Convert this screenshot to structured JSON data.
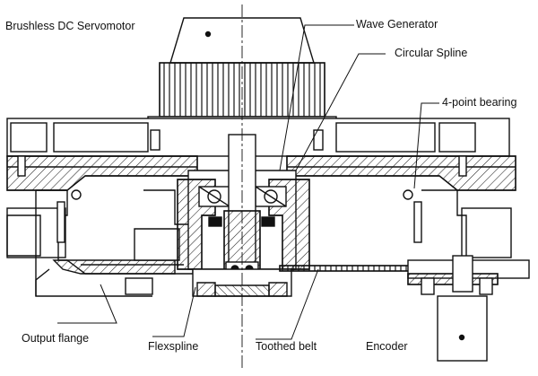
{
  "labels": {
    "servomotor": "Brushless DC Servomotor",
    "wave_generator": "Wave Generator",
    "circular_spline": "Circular Spline",
    "four_point_bearing": "4-point bearing",
    "output_flange": "Output flange",
    "flexspline": "Flexspline",
    "toothed_belt": "Toothed belt",
    "encoder": "Encoder"
  },
  "colors": {
    "line": "#111111",
    "hatch": "#222222",
    "background": "#ffffff"
  }
}
